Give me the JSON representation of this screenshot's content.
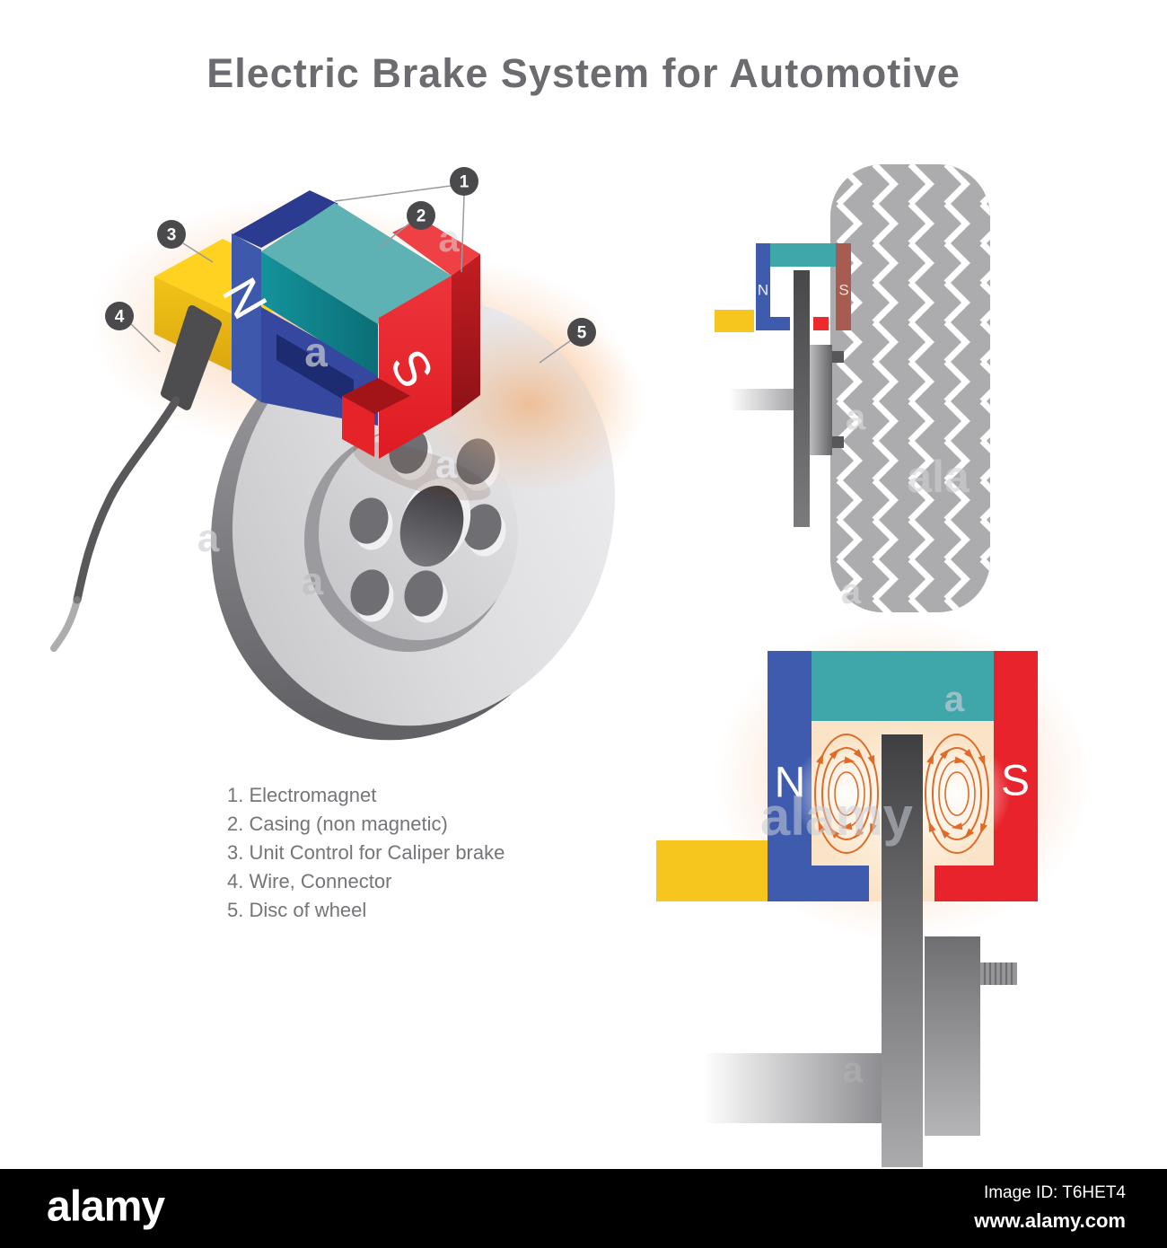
{
  "title": "Electric Brake System for Automotive",
  "legend": {
    "items": [
      "1. Electromagnet",
      "2. Casing (non magnetic)",
      "3. Unit Control for Caliper brake",
      "4. Wire, Connector",
      "5. Disc of wheel"
    ]
  },
  "main_diagram": {
    "callouts": [
      {
        "number": "1"
      },
      {
        "number": "2"
      },
      {
        "number": "3"
      },
      {
        "number": "4"
      },
      {
        "number": "5"
      }
    ],
    "north_label": "N",
    "south_label": "S"
  },
  "side_view": {
    "north_label": "N",
    "south_label": "S"
  },
  "cross_section": {
    "north_label": "N",
    "south_label": "S"
  },
  "watermark": {
    "logo": "alamy",
    "image_id": "Image ID: T6HET4",
    "url": "www.alamy.com",
    "tile_letter": "a",
    "tile_word": "alamy",
    "tile_partial": "ala"
  },
  "colors": {
    "blue": "#3E58AB",
    "dark_blue": "#2B3C90",
    "teal_light": "#5FB2B4",
    "teal_dark": "#118A92",
    "red": "#E8232B",
    "yellow": "#F6C51E",
    "field_line": "#E06B28",
    "callout": "#4A4A4C",
    "title_gray": "#6C6C70"
  }
}
